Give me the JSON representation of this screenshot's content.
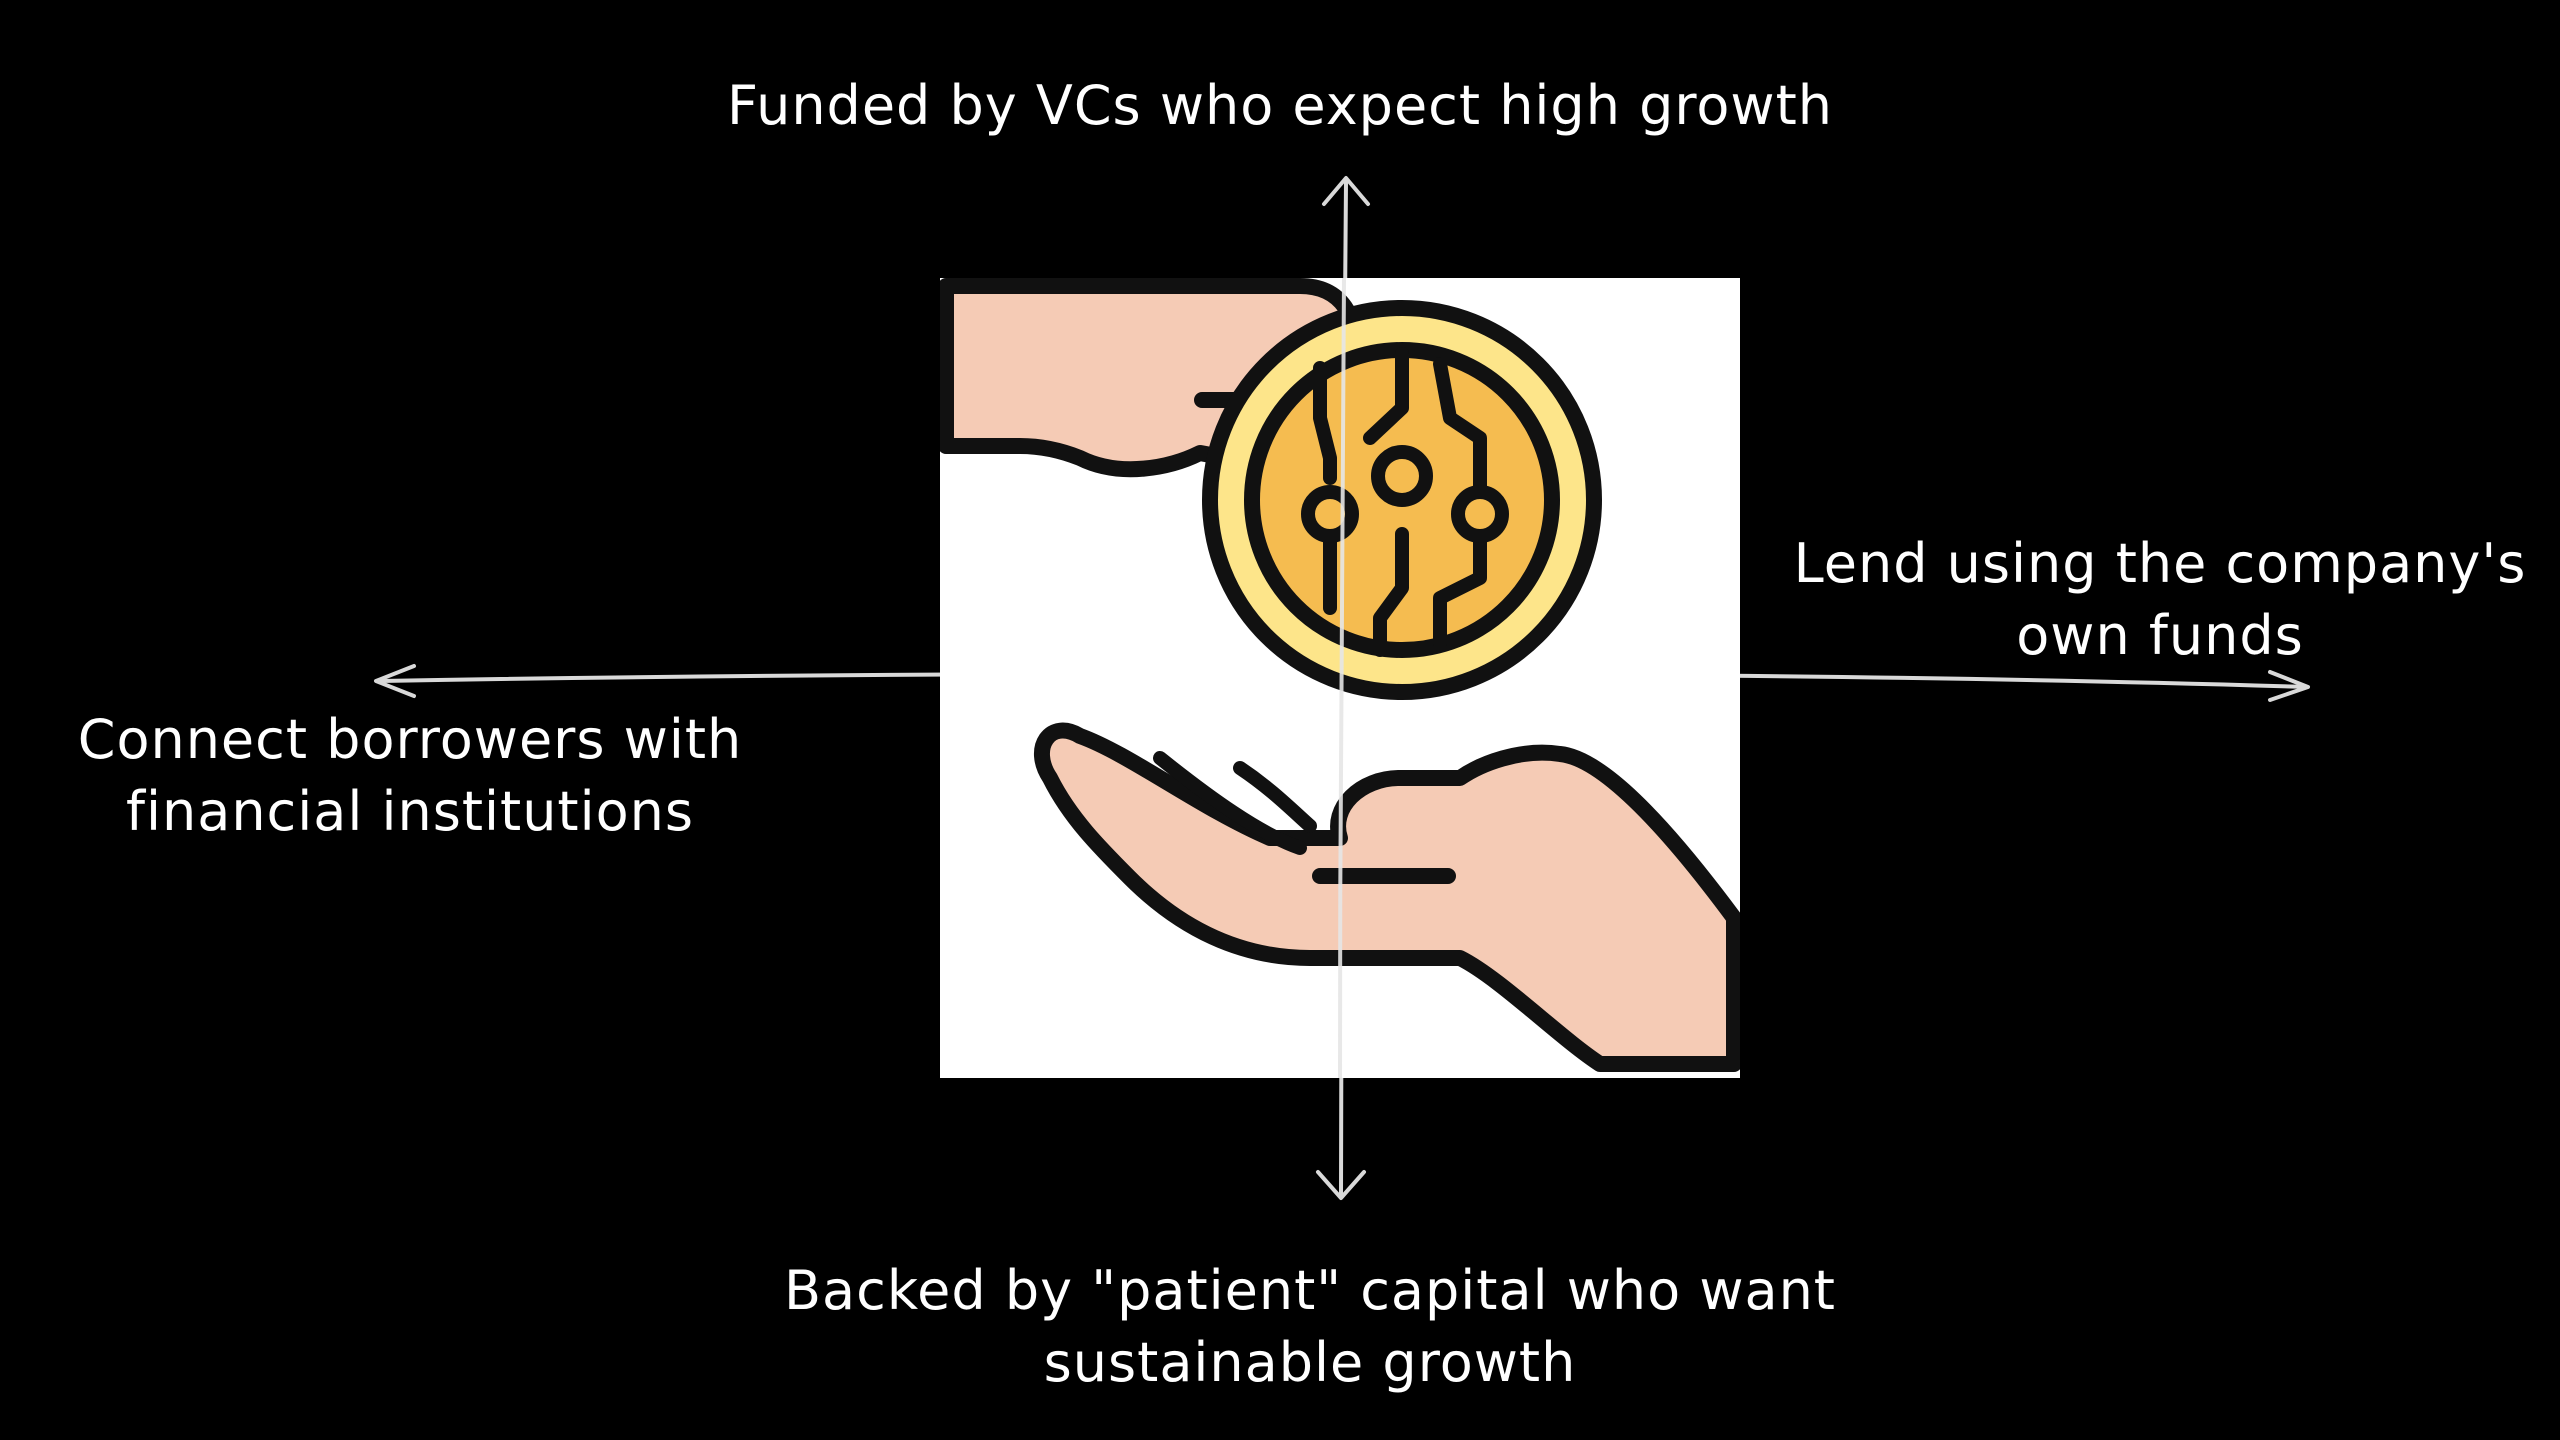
{
  "diagram": {
    "labels": {
      "top": [
        "Funded by VCs who expect high growth"
      ],
      "right": [
        "Lend using the company's",
        "own funds"
      ],
      "left": [
        "Connect borrowers with",
        "financial institutions"
      ],
      "bottom": [
        "Backed by \"patient\" capital who want",
        "sustainable growth"
      ]
    },
    "icon": "hand-giving-crypto-coin-icon",
    "colors": {
      "background": "#000000",
      "axis": "#d9d9d9",
      "skin": "#f5cbb5",
      "coin": "#f5bc50",
      "coin_rim": "#fde58a",
      "outline": "#111111"
    }
  }
}
